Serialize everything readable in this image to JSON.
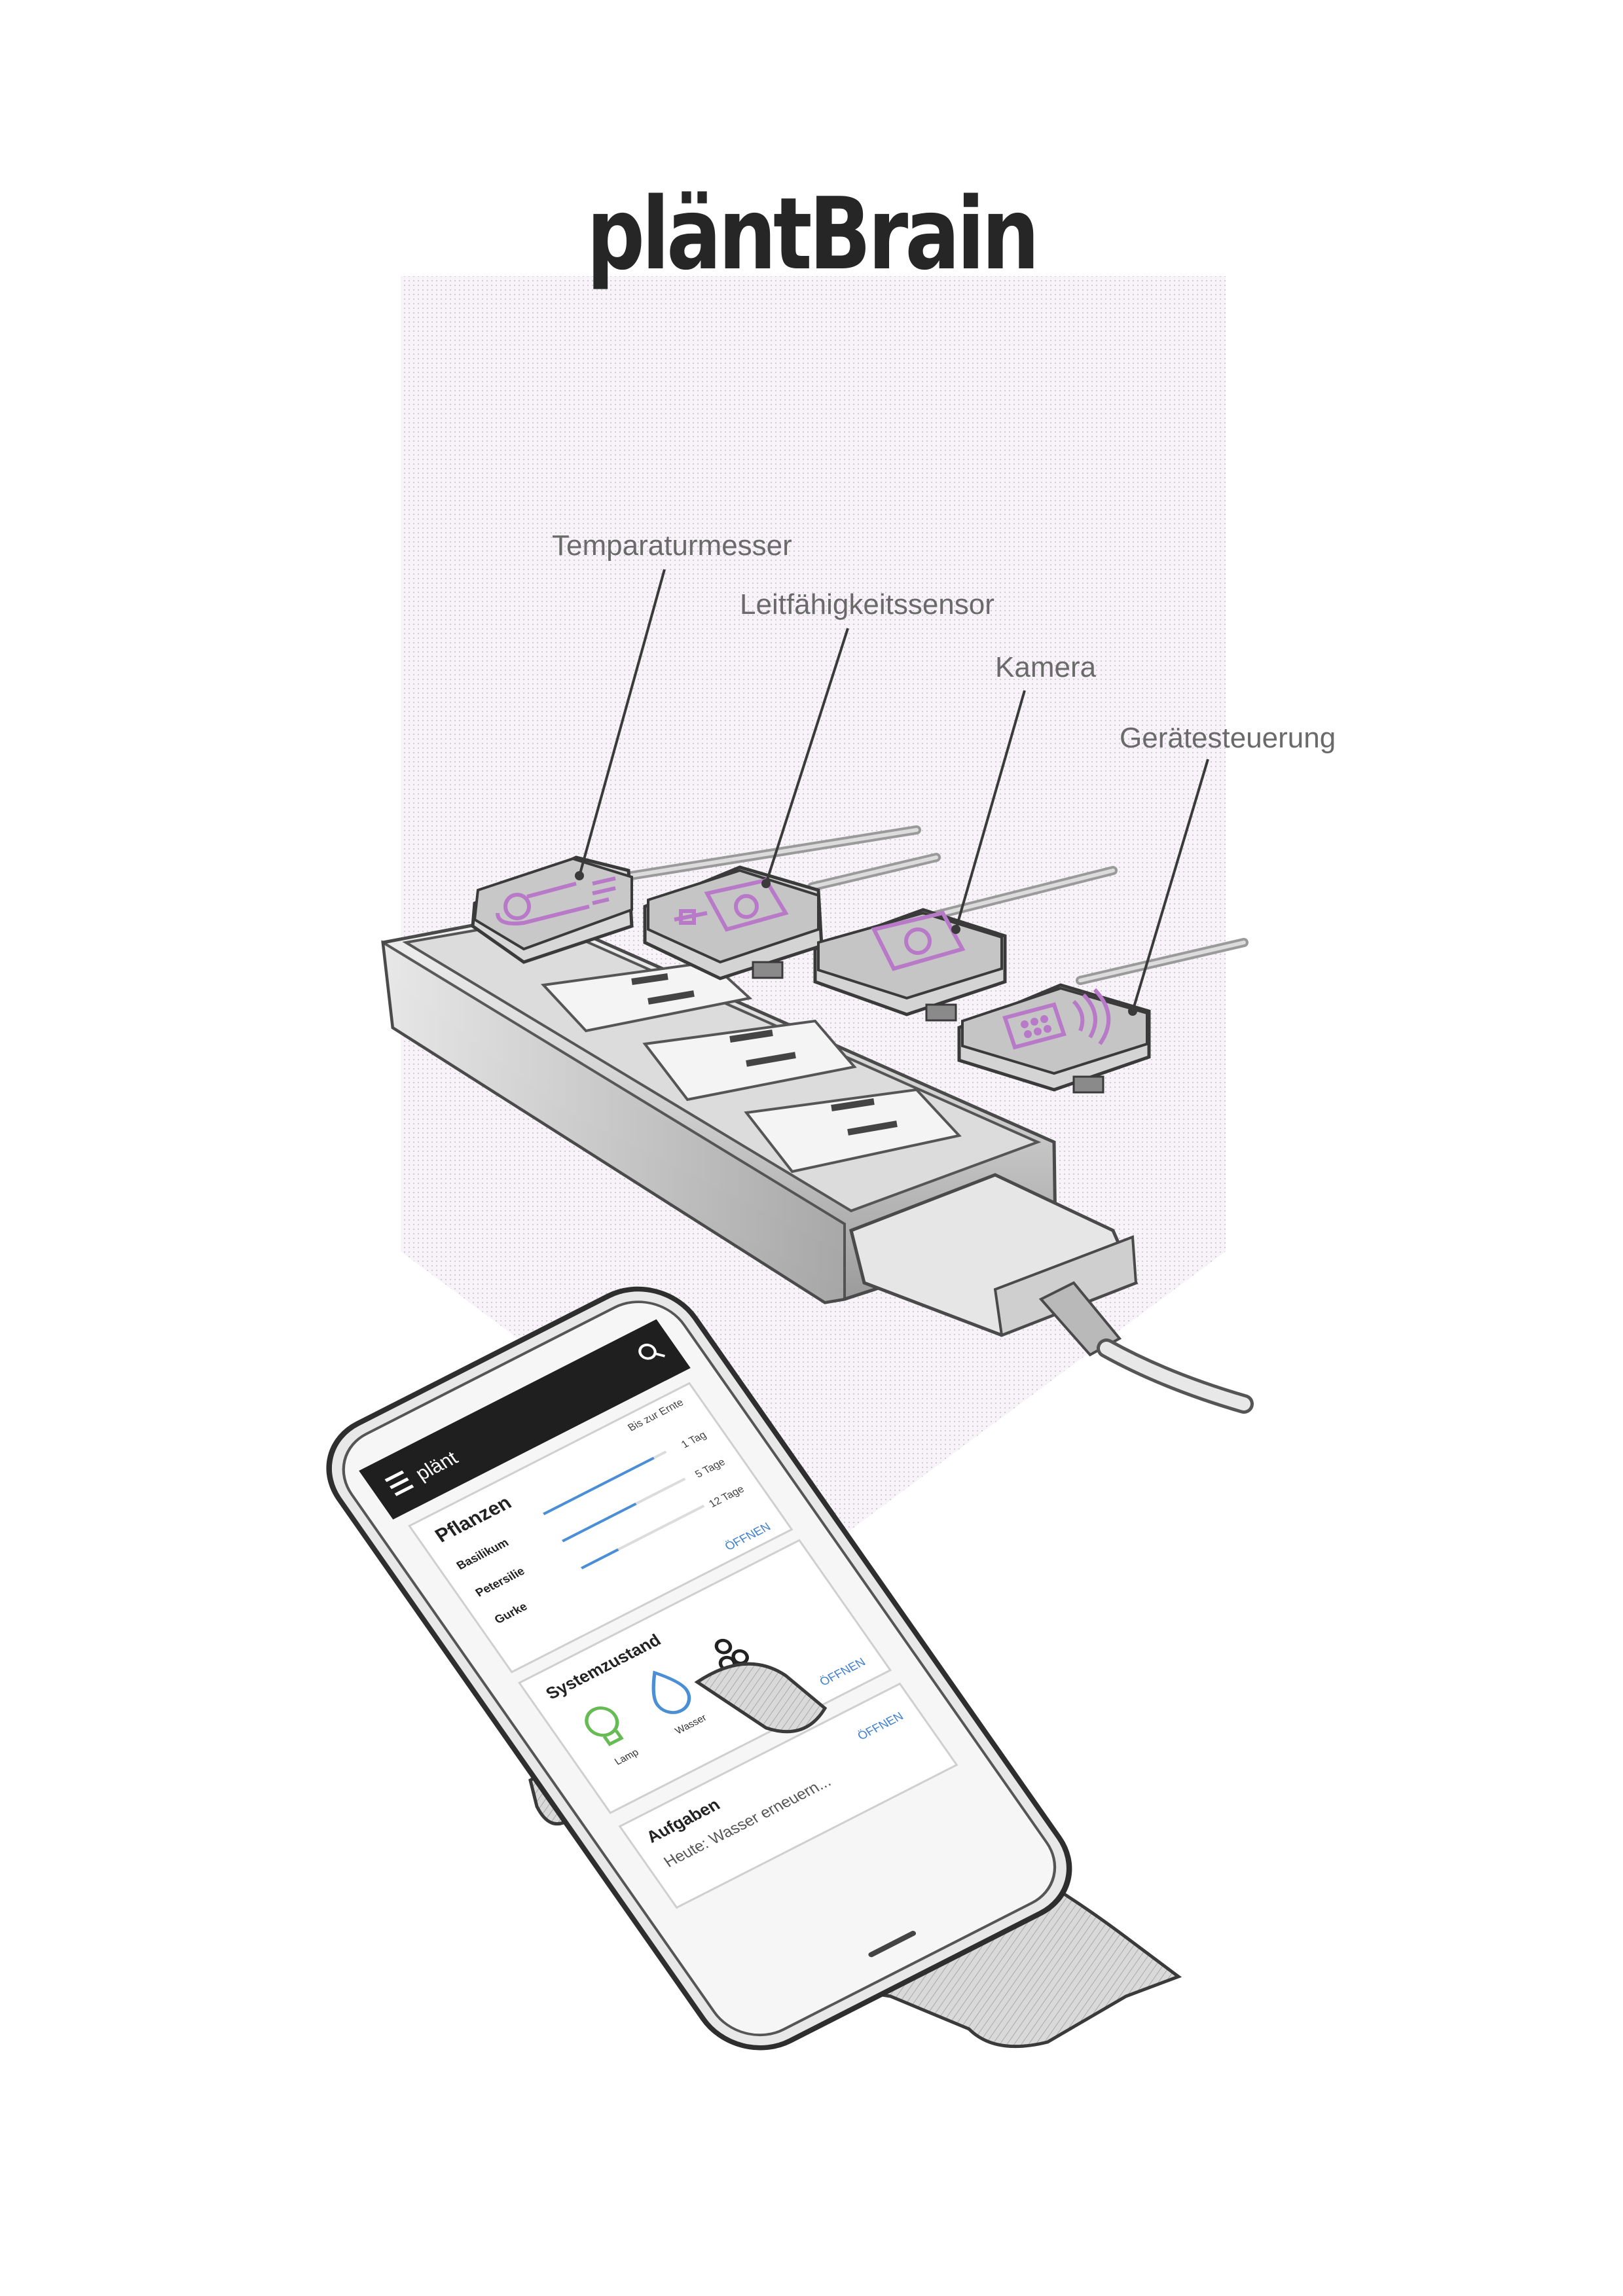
{
  "title": "pläntBrain",
  "callouts": {
    "temperature": "Temparaturmesser",
    "conductivity": "Leitfähigkeitssensor",
    "camera": "Kamera",
    "device_control": "Gerätesteuerung"
  },
  "phone_app": {
    "app_name": "plänt",
    "plants_card": {
      "title": "Pflanzen",
      "column_header": "Bis zur Ernte",
      "rows": [
        {
          "name": "Basilikum",
          "value": "1 Tag",
          "progress": 0.9
        },
        {
          "name": "Petersilie",
          "value": "5 Tage",
          "progress": 0.6
        },
        {
          "name": "Gurke",
          "value": "12 Tage",
          "progress": 0.3
        }
      ],
      "action": "ÖFFNEN"
    },
    "system_card": {
      "title": "Systemzustand",
      "items": [
        "Lamp",
        "Wasser",
        "Nährstoff"
      ],
      "action": "ÖFFNEN"
    },
    "tasks_card": {
      "title": "Aufgaben",
      "text": "Heute: Wasser erneuern...",
      "action": "ÖFFNEN"
    }
  },
  "colors": {
    "accent_purple": "#b879c8",
    "lamp_green": "#66bb55",
    "water_blue": "#4a8fd6",
    "link_blue": "#3f7fd0"
  },
  "icons": [
    "thermometer-icon",
    "conductivity-sensor-icon",
    "camera-icon",
    "wireless-control-icon",
    "menu-icon",
    "search-icon",
    "lamp-icon",
    "water-drop-icon",
    "nutrient-icon"
  ]
}
